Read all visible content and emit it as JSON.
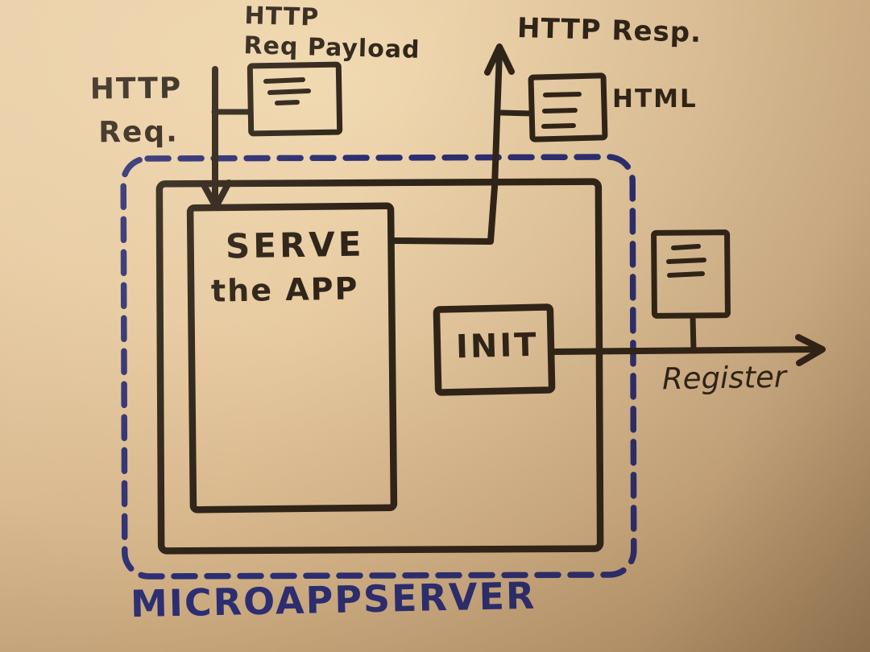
{
  "colors": {
    "paper": "#e6cba1",
    "ink": "#2f2419",
    "marker_blue": "#2b2e73"
  },
  "boundary": {
    "label": "MICROAPPSERVER"
  },
  "nodes": {
    "serve": {
      "line1": "SERVE",
      "line2": "the APP"
    },
    "init": {
      "label": "INIT"
    }
  },
  "labels": {
    "http_req": {
      "line1": "HTTP",
      "line2": "Req."
    },
    "http_req_payload": {
      "line1": "HTTP",
      "line2": "Req Payload"
    },
    "http_resp": "HTTP Resp.",
    "html": "HTML",
    "register": "Register"
  },
  "icons": {
    "payload_document": "document-icon",
    "html_document": "document-icon",
    "register_document": "document-icon"
  }
}
